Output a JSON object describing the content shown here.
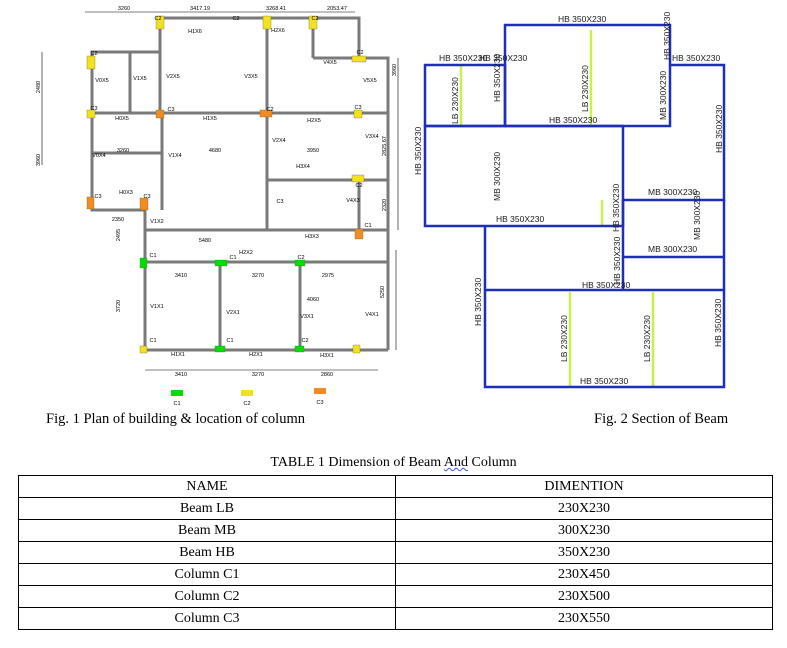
{
  "fig1": {
    "caption": "Fig. 1 Plan of building & location of column",
    "dims": {
      "top": [
        "3260",
        "3417.19",
        "3268.41",
        "2053.47"
      ],
      "left": [
        "2480",
        "3960"
      ],
      "right": [
        "3960",
        "2825.67",
        "2320",
        "5250"
      ],
      "mid": [
        "3260",
        "4680",
        "3950",
        "2350",
        "2495",
        "5480",
        "3410",
        "3270",
        "2975",
        "4060",
        "3720",
        "3410",
        "3270",
        "2860"
      ]
    },
    "columns": [
      "C2",
      "C2",
      "C2",
      "C2",
      "C2",
      "C3",
      "C3",
      "C2",
      "C3",
      "C3",
      "C2",
      "C3",
      "C3",
      "C1",
      "C1",
      "C1",
      "C2",
      "C1",
      "C1",
      "C2"
    ],
    "beams": [
      "H1X6",
      "H2X6",
      "V4X5",
      "V0X5",
      "V1X5",
      "V2X5",
      "V3X5",
      "V5X5",
      "H0X5",
      "H1X5",
      "H2X5",
      "V2X4",
      "V3X4",
      "V0X4",
      "V1X4",
      "H3X4",
      "H0X3",
      "V4X3",
      "V1X2",
      "H3X3",
      "H2X2",
      "V1X1",
      "V2X1",
      "V3X1",
      "V4X1",
      "H1X1",
      "H2X1",
      "H3X1"
    ],
    "legend": [
      {
        "label": "C1",
        "color": "#00e000"
      },
      {
        "label": "C2",
        "color": "#f2e21c"
      },
      {
        "label": "C3",
        "color": "#f28c1e"
      }
    ]
  },
  "fig2": {
    "caption": "Fig. 2 Section of Beam",
    "labels": [
      "HB 350X230",
      "HB 350X230",
      "HB 350X230",
      "HB 350X230",
      "HB 350X230",
      "MB 300X230",
      "HB 350X230",
      "LB 230X230",
      "HB 350X230",
      "LB 230X230",
      "HB 350X230",
      "HB 350X230",
      "MB 300X230",
      "HB 350X230",
      "MB 300X230",
      "MB 300X230",
      "HB 350X230",
      "HB 350X230",
      "MB 300X230",
      "HB 350X230",
      "HB 350X230",
      "HB 350X230",
      "LB 230X230",
      "LB 230X230",
      "HB 350X230"
    ]
  },
  "table": {
    "caption_pre": "TABLE 1 Dimension of Beam ",
    "caption_wavy": "And",
    "caption_post": " Column",
    "headers": [
      "NAME",
      "DIMENTION"
    ],
    "rows": [
      [
        "Beam LB",
        "230X230"
      ],
      [
        "Beam MB",
        "300X230"
      ],
      [
        "Beam HB",
        "350X230"
      ],
      [
        "Column C1",
        "230X450"
      ],
      [
        "Column C2",
        "230X500"
      ],
      [
        "Column C3",
        "230X550"
      ]
    ]
  }
}
